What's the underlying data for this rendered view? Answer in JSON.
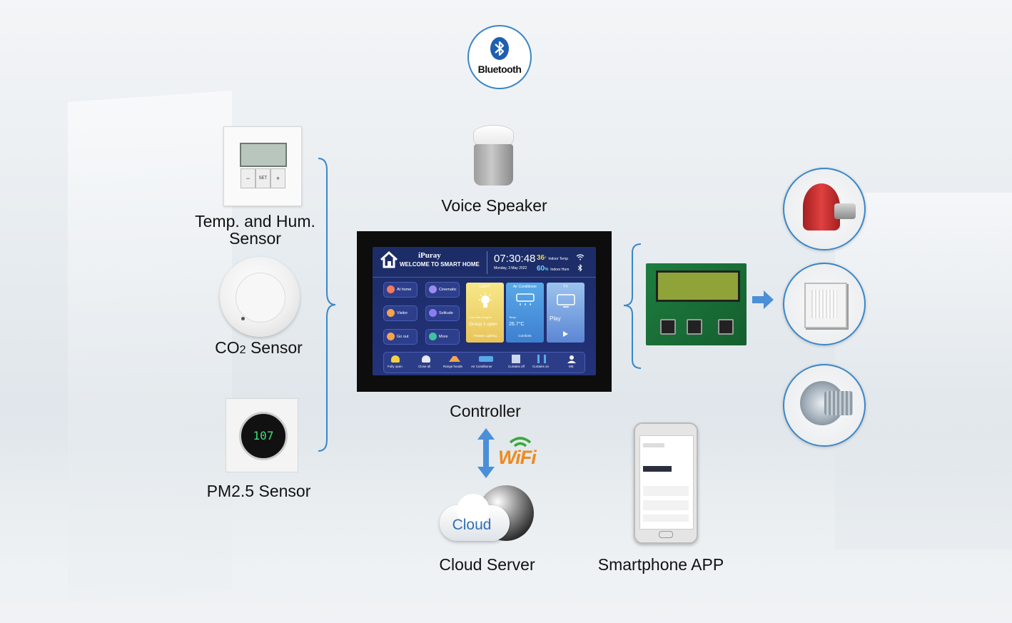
{
  "labels": {
    "temp_hum_sensor": "Temp. and Hum.\nSensor",
    "co2_prefix": "CO",
    "co2_sub": "2",
    "co2_suffix": " Sensor",
    "pm_sensor": "PM2.5 Sensor",
    "voice_speaker": "Voice Speaker",
    "controller": "Controller",
    "cloud_server": "Cloud Server",
    "smartphone_app": "Smartphone APP"
  },
  "badges": {
    "bluetooth": "Bluetooth",
    "wifi": "WiFi",
    "cloud": "Cloud"
  },
  "thermostat": {
    "minus": "−",
    "set": "SET",
    "plus": "+"
  },
  "pm_display": "107",
  "screen": {
    "brand": "iPuray",
    "welcome": "WELCOME TO SMART HOME",
    "time": "07:30:48",
    "date": "Monday, 3 May 2022",
    "temp": "36",
    "temp_unit": "°",
    "temp_label": "Indoor Temp",
    "hum": "60",
    "hum_unit": "%",
    "hum_label": "Indoor Hum",
    "scenes": [
      "At home",
      "Cinematic",
      "Visitor",
      "Solitude",
      "Go out",
      "More"
    ],
    "light": {
      "title": "LIGHT",
      "line1": "Four sets of lights",
      "line2": "Group 1 open",
      "line3": "Theater Lighting"
    },
    "ac": {
      "title": "Air Conditioner",
      "line1": "Temp.",
      "line2": "26.7°C",
      "line3": "Comforts"
    },
    "tv": {
      "title": "TV",
      "line1": "Play"
    },
    "bottom": [
      "Fully open",
      "Close all",
      "Range hoods",
      "Air Conditioner",
      "Curtains off",
      "Curtains on",
      "ME"
    ]
  },
  "colors": {
    "accent_blue": "#3a86c8",
    "bluetooth_blue": "#1f5fb0",
    "wifi_orange": "#f08a1c",
    "wifi_green": "#3aa83a"
  }
}
